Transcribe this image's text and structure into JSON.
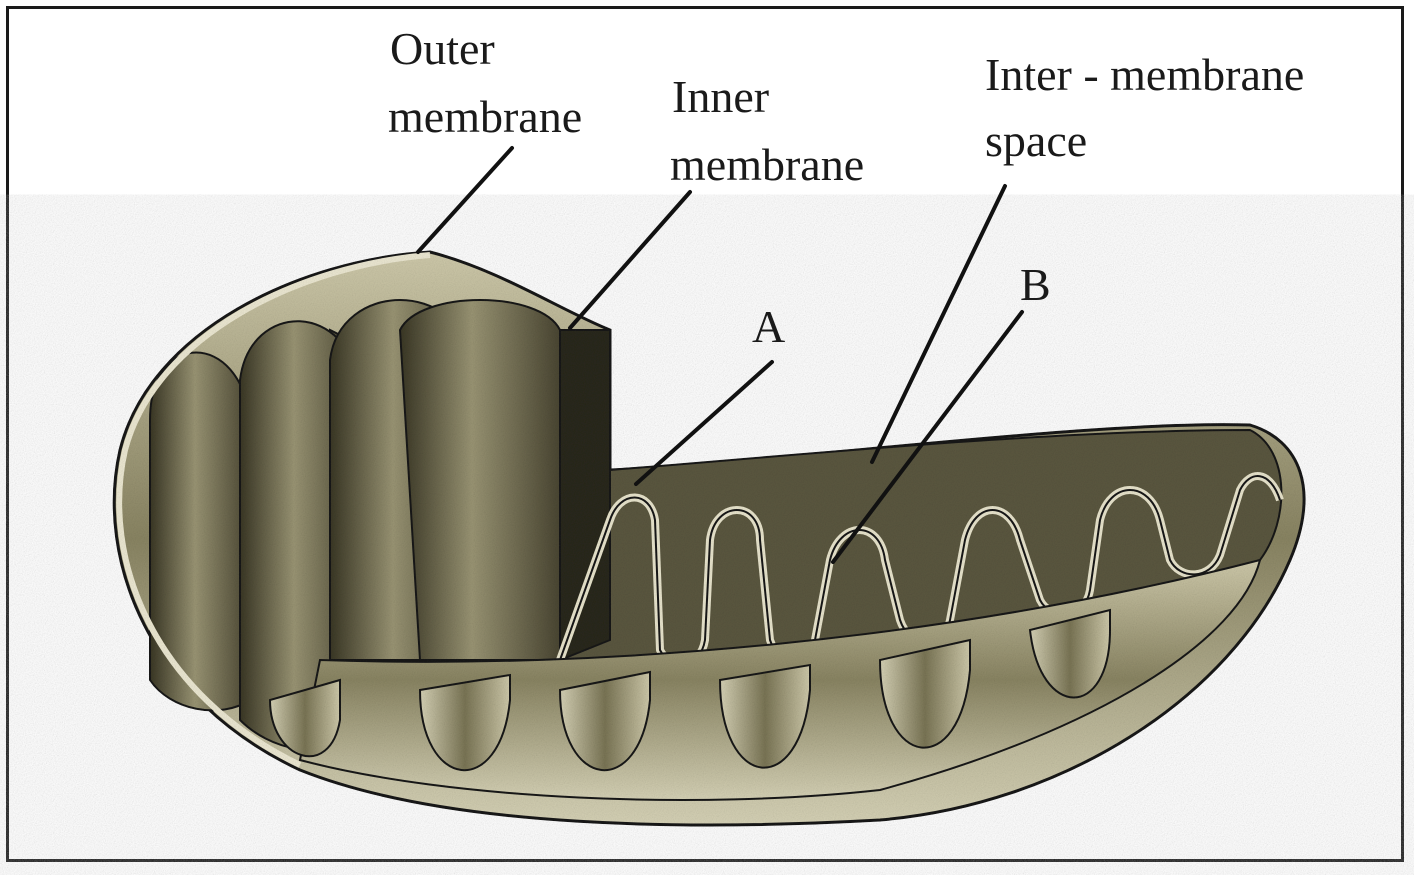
{
  "labels": {
    "outer_membrane": [
      "Outer",
      "membrane"
    ],
    "inner_membrane": [
      "Inner",
      "membrane"
    ],
    "intermembrane_space": [
      "Inter - membrane",
      "space"
    ],
    "a": "A",
    "b": "B"
  },
  "colors": {
    "shell": "#7f7a5c",
    "shell_dark": "#3b3826",
    "shell_light": "#d8d4b8",
    "cristae": "#6a664a",
    "matrix_dark": "#2a281b",
    "outline": "#1a1a1a"
  }
}
